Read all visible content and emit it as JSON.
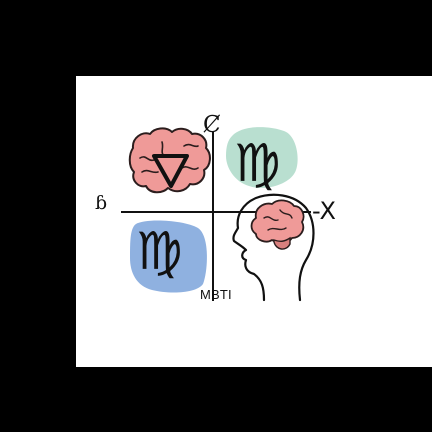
{
  "labels": {
    "top": "Ȼ",
    "left": "ɓ",
    "right": "-X",
    "bottom": "MBTI"
  },
  "glyphs": {
    "green_tile_symbol": "♍",
    "blue_tile_symbol": "♍"
  },
  "icons": {
    "brain_with_triangle": "brain-with-triangle-icon",
    "green_tile": "virgo-symbol-icon",
    "blue_tile": "virgo-symbol-icon",
    "head_profile": "head-with-brain-icon"
  },
  "colors": {
    "background_outer": "#000000",
    "canvas": "#ffffff",
    "green_tile": "#b9dfd0",
    "blue_tile": "#8fb1e0",
    "brain": "#ef9a98",
    "brain_outline": "#2b1d1d",
    "line": "#111111"
  }
}
